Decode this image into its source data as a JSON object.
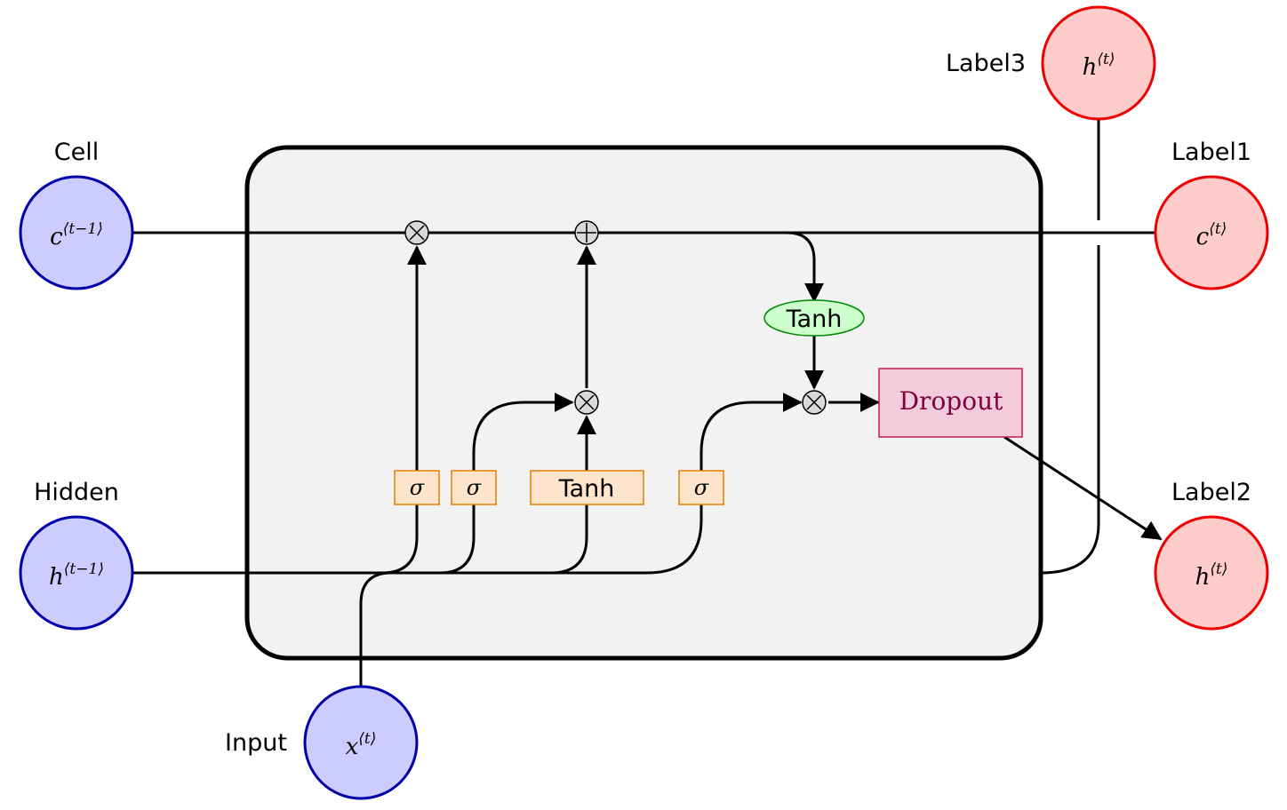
{
  "labels": {
    "cell": "Cell",
    "hidden": "Hidden",
    "input": "Input",
    "label1": "Label1",
    "label2": "Label2",
    "label3": "Label3"
  },
  "nodes": {
    "c_prev": {
      "base": "c",
      "sup": "⟨t−1⟩"
    },
    "h_prev": {
      "base": "h",
      "sup": "⟨t−1⟩"
    },
    "x_t": {
      "base": "x",
      "sup": "⟨t⟩"
    },
    "c_t": {
      "base": "c",
      "sup": "⟨t⟩"
    },
    "h_t_out": {
      "base": "h",
      "sup": "⟨t⟩"
    },
    "h_t_top": {
      "base": "h",
      "sup": "⟨t⟩"
    }
  },
  "gates": {
    "sigma_forget": "σ",
    "sigma_input": "σ",
    "tanh_candidate": "Tanh",
    "sigma_output": "σ",
    "tanh_cell": "Tanh",
    "dropout": "Dropout"
  },
  "ops": {
    "mult_forget": "×",
    "add_cell": "+",
    "mult_input": "×",
    "mult_output": "×"
  },
  "colors": {
    "input_fill": "#ccccff",
    "input_stroke": "#0000aa",
    "output_fill": "#ffcccc",
    "output_stroke": "#ee0000",
    "cell_bg": "#f2f2f2",
    "gate_fill": "#ffe5cc",
    "gate_stroke": "#e67e00",
    "tanh_fill": "#ccffcc",
    "tanh_stroke": "#008800",
    "dropout_fill": "#f2ccdb",
    "dropout_stroke": "#c2185b",
    "dropout_text": "#800040",
    "op_fill": "#d9d9d9"
  }
}
